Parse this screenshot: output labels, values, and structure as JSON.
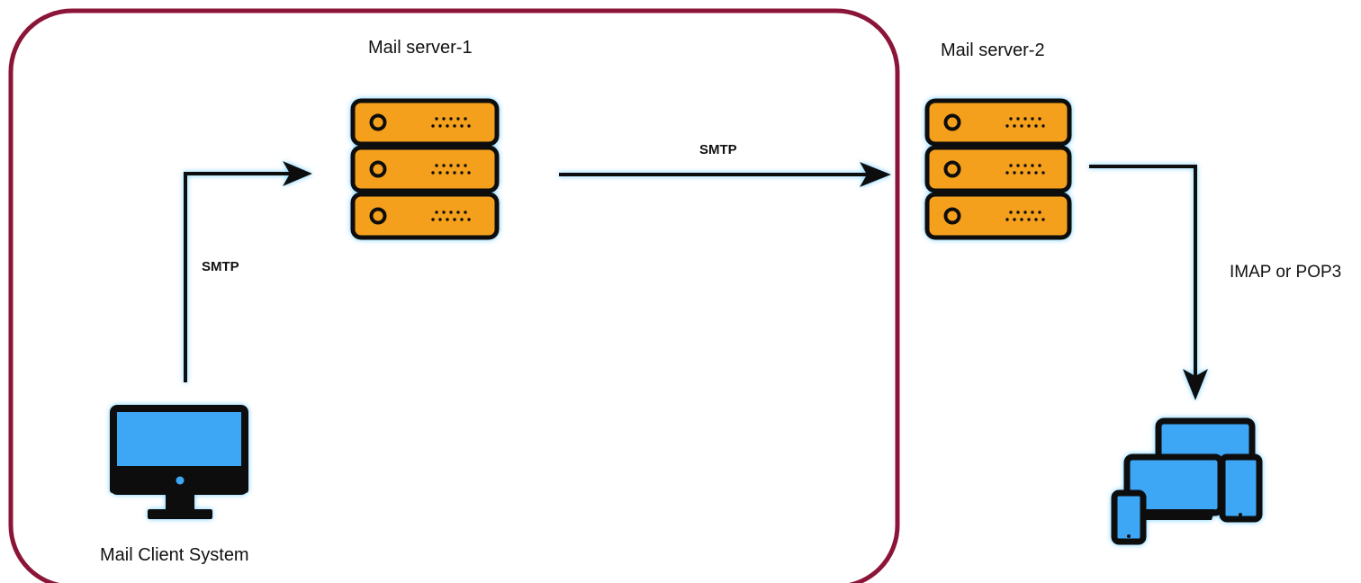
{
  "boundary": {
    "color": "#8b1538"
  },
  "nodes": {
    "server1": {
      "label": "Mail server-1",
      "icon": "server-rack-icon",
      "color": "#f5a01a"
    },
    "server2": {
      "label": "Mail server-2",
      "icon": "server-rack-icon",
      "color": "#f5a01a"
    },
    "client": {
      "label": "Mail Client System",
      "icon": "desktop-monitor-icon",
      "color": "#3ea6f5"
    },
    "devices": {
      "icon": "multi-device-icon",
      "color": "#3ea6f5"
    }
  },
  "edges": {
    "client_to_server1": {
      "label": "SMTP"
    },
    "server1_to_server2": {
      "label": "SMTP"
    },
    "server2_to_devices": {
      "label": "IMAP or POP3"
    }
  },
  "style": {
    "arrow_color": "#111111",
    "glow_color": "#5cc8ff"
  }
}
